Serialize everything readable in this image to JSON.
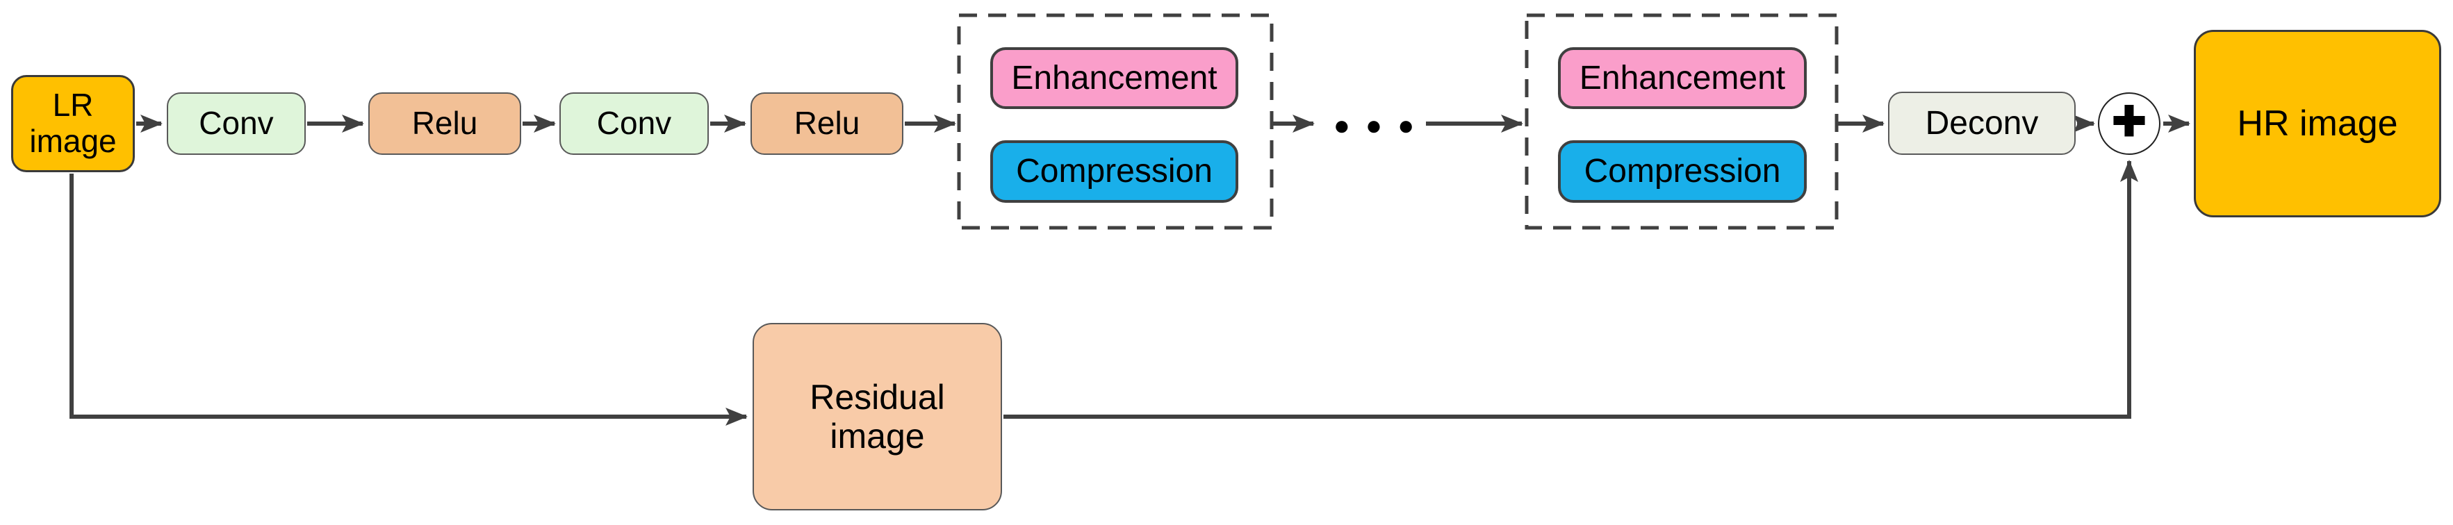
{
  "diagram": {
    "type": "flowchart",
    "description": "Super-resolution network pipeline: LR image through Conv/Relu layers, repeated Enhancement+Compression modules, Deconv, residual addition to HR image",
    "nodes": {
      "lr_image": {
        "label": "LR image"
      },
      "conv1": {
        "label": "Conv"
      },
      "relu1": {
        "label": "Relu"
      },
      "conv2": {
        "label": "Conv"
      },
      "relu2": {
        "label": "Relu"
      },
      "module1": {
        "enhancement_label": "Enhancement",
        "compression_label": "Compression"
      },
      "ellipsis": {
        "label": "●●●"
      },
      "module2": {
        "enhancement_label": "Enhancement",
        "compression_label": "Compression"
      },
      "deconv": {
        "label": "Deconv"
      },
      "adder": {
        "label": "+"
      },
      "hr_image": {
        "label": "HR image"
      },
      "residual_image": {
        "label": "Residual image"
      }
    },
    "colors": {
      "lr_hr_fill": "#FFC000",
      "conv_fill": "#DFF5DA",
      "relu_fill": "#F2C096",
      "enhancement_fill": "#FA9ECA",
      "compression_fill": "#19AFEA",
      "deconv_fill": "#EDEFE6",
      "residual_fill": "#F8CBA8",
      "line": "#404040",
      "dashed_border": "#404040",
      "background": "#FFFFFF"
    }
  }
}
